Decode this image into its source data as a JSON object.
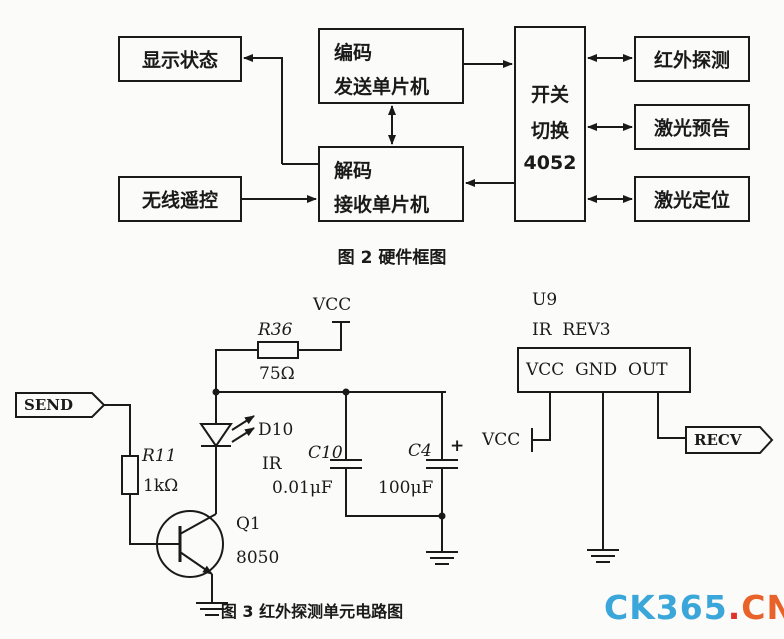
{
  "fig2": {
    "boxes": {
      "display_status": "显示状态",
      "encode_line1": "编码",
      "encode_line2": "发送单片机",
      "decode_line1": "解码",
      "decode_line2": "接收单片机",
      "wireless_remote": "无线遥控",
      "switch_line1": "开关",
      "switch_line2": "切换",
      "switch_line3": "4052",
      "infrared_detect": "红外探测",
      "laser_warning": "激光预告",
      "laser_position": "激光定位"
    },
    "caption": "图 2  硬件框图"
  },
  "fig3": {
    "vcc_top": "VCC",
    "r36_name": "R36",
    "r36_value": "75Ω",
    "send_tag": "SEND",
    "r11_name": "R11",
    "r11_value": "1kΩ",
    "d10_name": "D10",
    "d10_type": "IR",
    "c10_name": "C10",
    "c10_value": "0.01μF",
    "c4_name": "C4",
    "c4_value": "100μF",
    "c4_polarity": "+",
    "q1_name": "Q1",
    "q1_type": "8050",
    "u9_name": "U9",
    "u9_part": "IR  REV3",
    "u9_pins": "VCC  GND  OUT",
    "vcc_u9": "VCC",
    "recv_tag": "RECV",
    "caption": "图 3  红外探测单元电路图"
  },
  "watermark": {
    "text": "CK365",
    "dot": ".",
    "domain": "CN",
    "color_main": "#3ba6d9",
    "color_dot": "#e0322b",
    "color_cn": "#e8632a"
  }
}
